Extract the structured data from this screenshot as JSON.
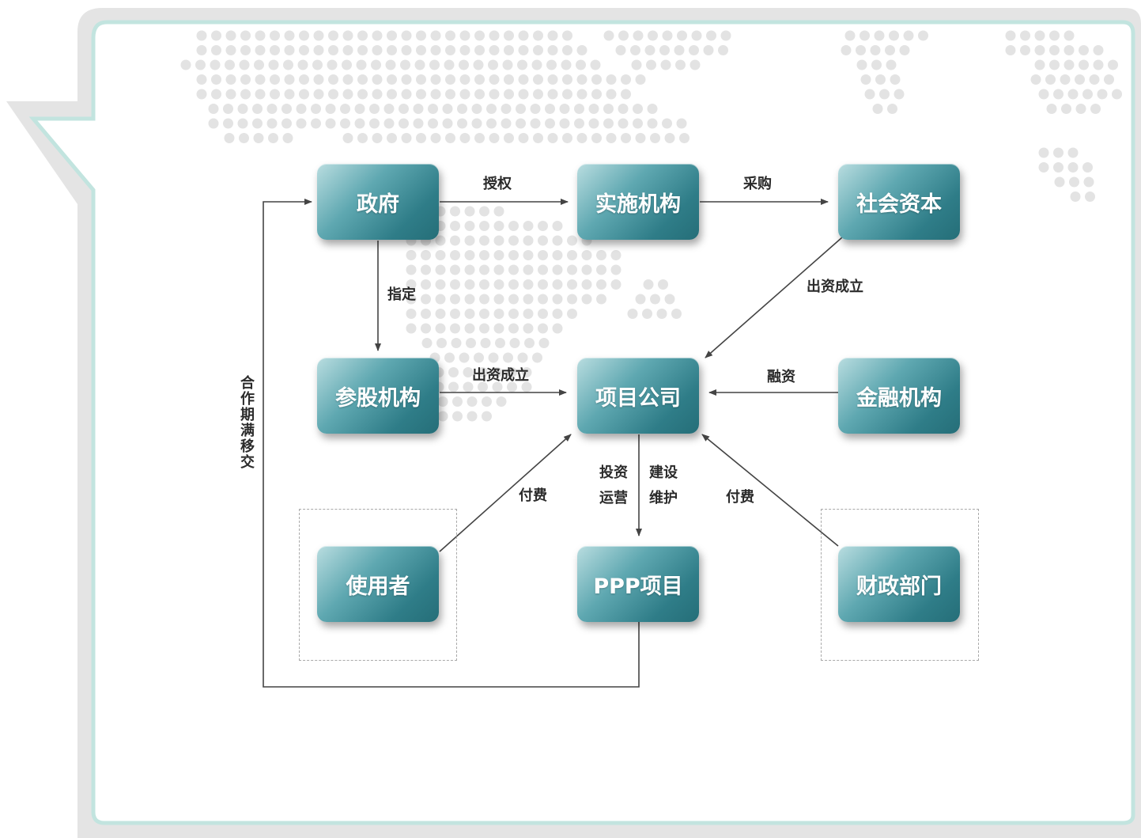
{
  "nodes": {
    "government": "政府",
    "implementing_agency": "实施机构",
    "social_capital": "社会资本",
    "equity_institution": "参股机构",
    "project_company": "项目公司",
    "financial_institution": "金融机构",
    "users": "使用者",
    "ppp_project": "PPP项目",
    "finance_department": "财政部门"
  },
  "edges": {
    "authorize": "授权",
    "procure": "采购",
    "designate": "指定",
    "invest_establish_social": "出资成立",
    "invest_establish_equity": "出资成立",
    "financing": "融资",
    "pay_users": "付费",
    "pay_finance": "付费",
    "invest": "投资",
    "operate": "运营",
    "build": "建设",
    "maintain": "维护",
    "transfer": "合作期满移交"
  },
  "colors": {
    "node_dark": "#256e78",
    "node_light": "#b9dde0",
    "frame_border": "#c5e6e2",
    "dot_color": "#e3e3e3",
    "line_color": "#444444"
  }
}
